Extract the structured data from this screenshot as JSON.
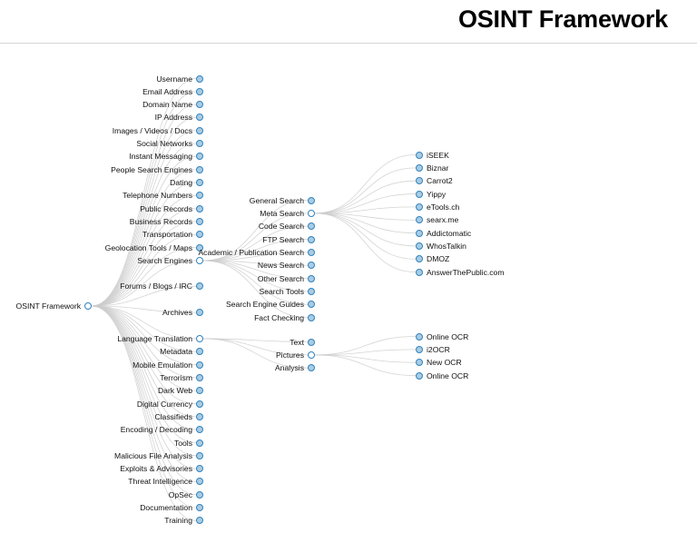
{
  "header": {
    "title": "OSINT Framework"
  },
  "tree": {
    "root": {
      "label": "OSINT Framework",
      "state": "expanded"
    },
    "level1": [
      {
        "label": "Username",
        "state": "collapsed"
      },
      {
        "label": "Email Address",
        "state": "collapsed"
      },
      {
        "label": "Domain Name",
        "state": "collapsed"
      },
      {
        "label": "IP Address",
        "state": "collapsed"
      },
      {
        "label": "Images / Videos / Docs",
        "state": "collapsed"
      },
      {
        "label": "Social Networks",
        "state": "collapsed"
      },
      {
        "label": "Instant Messaging",
        "state": "collapsed"
      },
      {
        "label": "People Search Engines",
        "state": "collapsed"
      },
      {
        "label": "Dating",
        "state": "collapsed"
      },
      {
        "label": "Telephone Numbers",
        "state": "collapsed"
      },
      {
        "label": "Public Records",
        "state": "collapsed"
      },
      {
        "label": "Business Records",
        "state": "collapsed"
      },
      {
        "label": "Transportation",
        "state": "collapsed"
      },
      {
        "label": "Geolocation Tools / Maps",
        "state": "collapsed"
      },
      {
        "label": "Search Engines",
        "state": "expanded"
      },
      {
        "label": "Forums / Blogs / IRC",
        "state": "collapsed"
      },
      {
        "label": "Archives",
        "state": "collapsed"
      },
      {
        "label": "Language Translation",
        "state": "expanded"
      },
      {
        "label": "Metadata",
        "state": "collapsed"
      },
      {
        "label": "Mobile Emulation",
        "state": "collapsed"
      },
      {
        "label": "Terrorism",
        "state": "collapsed"
      },
      {
        "label": "Dark Web",
        "state": "collapsed"
      },
      {
        "label": "Digital Currency",
        "state": "collapsed"
      },
      {
        "label": "Classifieds",
        "state": "collapsed"
      },
      {
        "label": "Encoding / Decoding",
        "state": "collapsed"
      },
      {
        "label": "Tools",
        "state": "collapsed"
      },
      {
        "label": "Malicious File Analysis",
        "state": "collapsed"
      },
      {
        "label": "Exploits & Advisories",
        "state": "collapsed"
      },
      {
        "label": "Threat Intelligence",
        "state": "collapsed"
      },
      {
        "label": "OpSec",
        "state": "collapsed"
      },
      {
        "label": "Documentation",
        "state": "collapsed"
      },
      {
        "label": "Training",
        "state": "collapsed"
      }
    ],
    "search_engines_children": [
      {
        "label": "General Search",
        "state": "collapsed"
      },
      {
        "label": "Meta Search",
        "state": "expanded"
      },
      {
        "label": "Code Search",
        "state": "collapsed"
      },
      {
        "label": "FTP Search",
        "state": "collapsed"
      },
      {
        "label": "Academic / Publication Search",
        "state": "collapsed"
      },
      {
        "label": "News Search",
        "state": "collapsed"
      },
      {
        "label": "Other Search",
        "state": "collapsed"
      },
      {
        "label": "Search Tools",
        "state": "collapsed"
      },
      {
        "label": "Search Engine Guides",
        "state": "collapsed"
      },
      {
        "label": "Fact Checking",
        "state": "collapsed"
      }
    ],
    "meta_search_children": [
      {
        "label": "iSEEK",
        "state": "leaf"
      },
      {
        "label": "Biznar",
        "state": "leaf"
      },
      {
        "label": "Carrot2",
        "state": "leaf"
      },
      {
        "label": "Yippy",
        "state": "leaf"
      },
      {
        "label": "eTools.ch",
        "state": "leaf"
      },
      {
        "label": "searx.me",
        "state": "leaf"
      },
      {
        "label": "Addictomatic",
        "state": "leaf"
      },
      {
        "label": "WhosTalkin",
        "state": "leaf"
      },
      {
        "label": "DMOZ",
        "state": "leaf"
      },
      {
        "label": "AnswerThePublic.com",
        "state": "leaf"
      }
    ],
    "language_translation_children": [
      {
        "label": "Text",
        "state": "collapsed"
      },
      {
        "label": "Pictures",
        "state": "expanded"
      },
      {
        "label": "Analysis",
        "state": "collapsed"
      }
    ],
    "pictures_children": [
      {
        "label": "Online OCR",
        "state": "leaf"
      },
      {
        "label": "i2OCR",
        "state": "leaf"
      },
      {
        "label": "New OCR",
        "state": "leaf"
      },
      {
        "label": "Online OCR",
        "state": "leaf"
      }
    ]
  },
  "colors": {
    "node_fill_collapsed": "#a8cce4",
    "node_fill_expanded": "#ffffff",
    "node_stroke": "#3182bd",
    "link": "#cccccc",
    "rule": "#d6d6d6",
    "text": "#111111",
    "background": "#ffffff"
  }
}
